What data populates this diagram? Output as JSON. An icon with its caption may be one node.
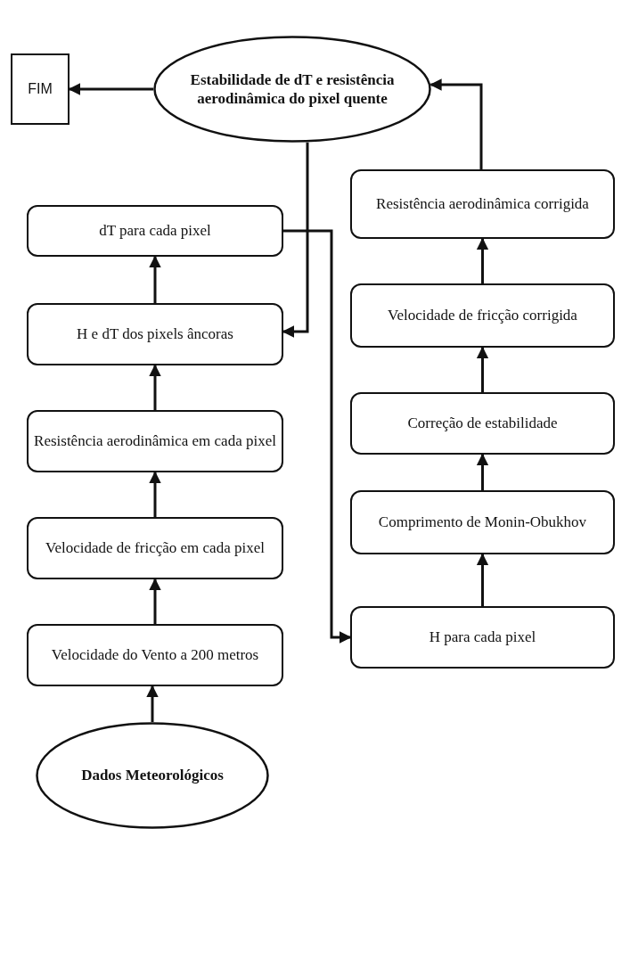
{
  "diagram": {
    "nodes": [
      {
        "text": [
          "FIM"
        ]
      },
      {
        "text": [
          "Estabilidade de dT e resistência aerodinâmica do pixel quente"
        ]
      },
      {
        "text": [
          "dT para cada pixel"
        ]
      },
      {
        "text": [
          "H e dT dos pixels âncoras"
        ]
      },
      {
        "text": [
          "Resistência aerodinâmica em cada pixel"
        ]
      },
      {
        "text": [
          "Velocidade de fricção em cada pixel"
        ]
      },
      {
        "text": [
          "Velocidade do Vento a 200 metros"
        ]
      },
      {
        "text": [
          "Dados Meteorológicos"
        ]
      },
      {
        "text": [
          "Resistência aerodinâmica corrigida"
        ]
      },
      {
        "text": [
          "Velocidade de fricção corrigida"
        ]
      },
      {
        "text": [
          "Correção de estabilidade"
        ]
      },
      {
        "text": [
          "Comprimento de Monin-Obukhov"
        ]
      },
      {
        "text": [
          "H para cada pixel"
        ]
      }
    ],
    "edges": [
      {
        "from": 1,
        "to": 0,
        "arrow": "to"
      },
      {
        "from": 7,
        "to": 6,
        "arrow": "to"
      },
      {
        "from": 6,
        "to": 5,
        "arrow": "to"
      },
      {
        "from": 5,
        "to": 4,
        "arrow": "to"
      },
      {
        "from": 4,
        "to": 3,
        "arrow": "to"
      },
      {
        "from": 3,
        "to": 2,
        "arrow": "to"
      },
      {
        "from": 2,
        "to": 12,
        "arrow": "to"
      },
      {
        "from": 12,
        "to": 11,
        "arrow": "to"
      },
      {
        "from": 11,
        "to": 10,
        "arrow": "to"
      },
      {
        "from": 10,
        "to": 9,
        "arrow": "to"
      },
      {
        "from": 9,
        "to": 8,
        "arrow": "to"
      },
      {
        "from": 8,
        "to": 1,
        "arrow": "to"
      },
      {
        "from": 1,
        "to": 3,
        "arrow": "to"
      }
    ]
  }
}
